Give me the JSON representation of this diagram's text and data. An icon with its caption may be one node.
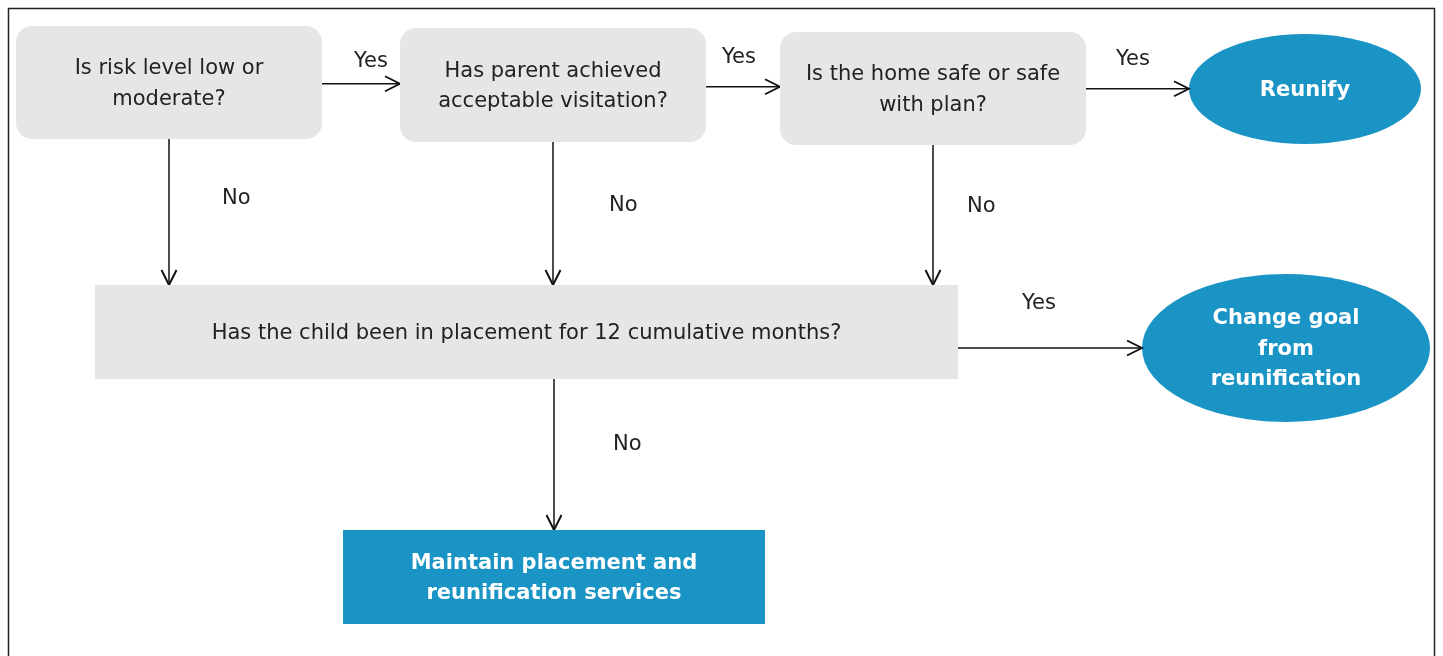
{
  "diagram": {
    "nodes": [
      {
        "text": [
          "Is risk level low or moderate?"
        ]
      },
      {
        "text": [
          "Has parent achieved acceptable visitation?"
        ]
      },
      {
        "text": [
          "Is the home safe or safe with plan?"
        ]
      },
      {
        "text": [
          "Reunify"
        ]
      },
      {
        "text": [
          "Has the child been in placement for 12 cumulative months?"
        ]
      },
      {
        "text": [
          "Change goal from reunification"
        ]
      },
      {
        "text": [
          "Maintain placement and reunification services"
        ]
      }
    ],
    "edges": [
      {
        "from": 0,
        "to": 1,
        "arrow": "to",
        "label": "Yes"
      },
      {
        "from": 1,
        "to": 2,
        "arrow": "to",
        "label": "Yes"
      },
      {
        "from": 2,
        "to": 3,
        "arrow": "to",
        "label": "Yes"
      },
      {
        "from": 0,
        "to": 4,
        "arrow": "to",
        "label": "No"
      },
      {
        "from": 1,
        "to": 4,
        "arrow": "to",
        "label": "No"
      },
      {
        "from": 2,
        "to": 4,
        "arrow": "to",
        "label": "No"
      },
      {
        "from": 4,
        "to": 5,
        "arrow": "to",
        "label": "Yes"
      },
      {
        "from": 4,
        "to": 6,
        "arrow": "to",
        "label": "No"
      }
    ]
  }
}
